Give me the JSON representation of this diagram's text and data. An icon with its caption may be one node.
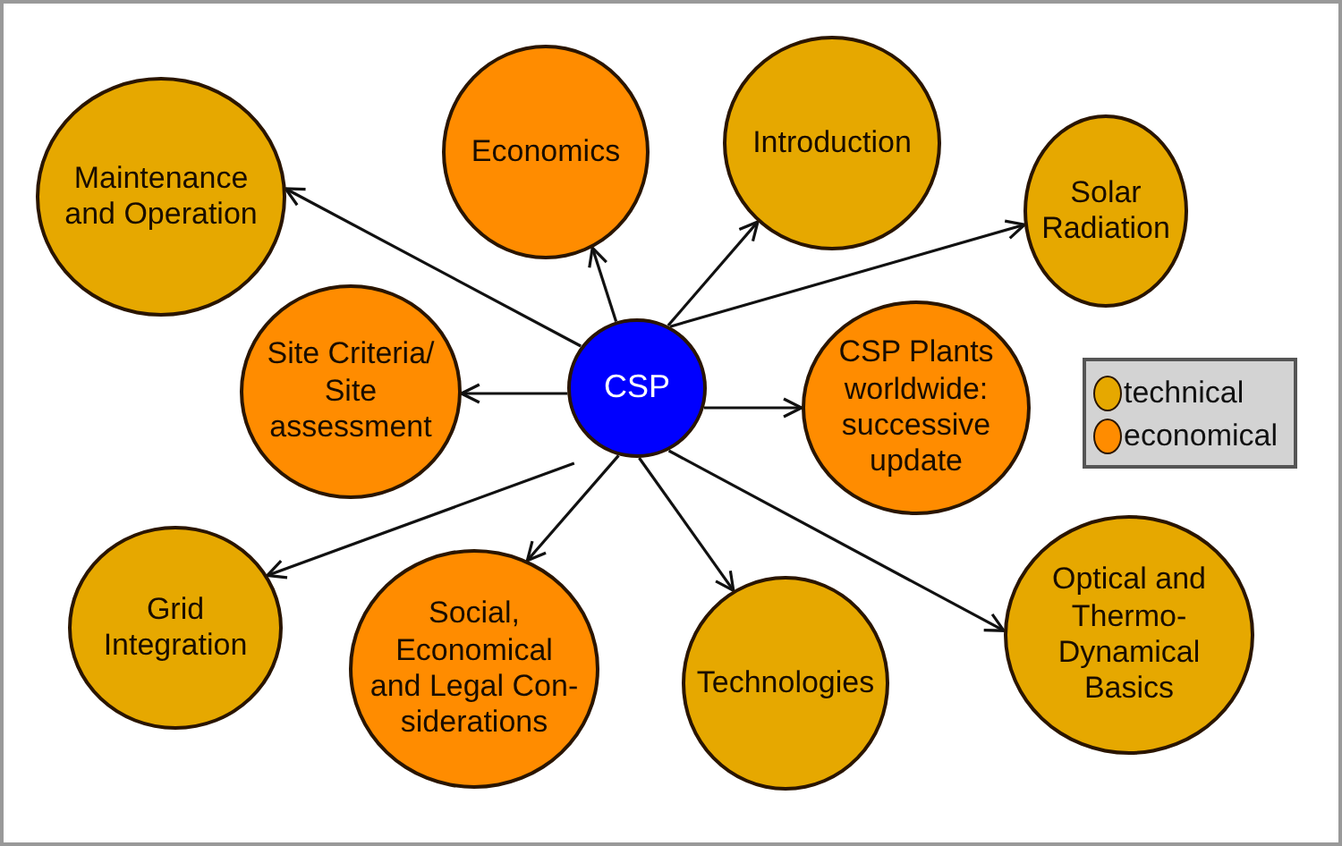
{
  "diagram": {
    "nodes": [
      {
        "text": [
          "Maintenance and Operation"
        ]
      },
      {
        "text": [
          "Economics"
        ]
      },
      {
        "text": [
          "Introduction"
        ]
      },
      {
        "text": [
          "Solar Radiation"
        ]
      },
      {
        "text": [
          "Site Criteria/ Site assessment"
        ]
      },
      {
        "text": [
          "CSP"
        ]
      },
      {
        "text": [
          "CSP Plants worldwide: successive update"
        ]
      },
      {
        "text": [
          "Grid Integration"
        ]
      },
      {
        "text": [
          "Social, Economical and Legal Con-siderations"
        ]
      },
      {
        "text": [
          "Technologies"
        ]
      },
      {
        "text": [
          "Optical and Thermo-Dynamical Basics"
        ]
      }
    ],
    "edges": [
      {
        "from": 5,
        "to": 0,
        "arrow": "to"
      },
      {
        "from": 5,
        "to": 1,
        "arrow": "to"
      },
      {
        "from": 5,
        "to": 2,
        "arrow": "to"
      },
      {
        "from": 5,
        "to": 3,
        "arrow": "to"
      },
      {
        "from": 5,
        "to": 4,
        "arrow": "to"
      },
      {
        "from": 5,
        "to": 6,
        "arrow": "to"
      },
      {
        "from": 5,
        "to": 7,
        "arrow": "to"
      },
      {
        "from": 5,
        "to": 8,
        "arrow": "to"
      },
      {
        "from": 5,
        "to": 9,
        "arrow": "to"
      },
      {
        "from": 5,
        "to": 10,
        "arrow": "to"
      }
    ],
    "legend": [
      {
        "text": "technical",
        "color": "#e6a800"
      },
      {
        "text": "economical",
        "color": "#ff8c00"
      }
    ]
  }
}
